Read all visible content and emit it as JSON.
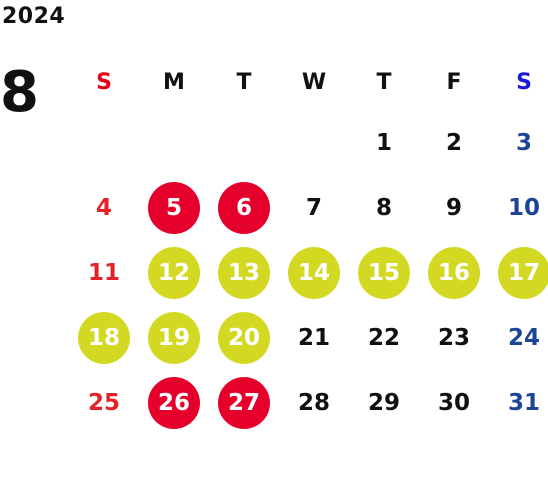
{
  "year": "2024",
  "month": "8",
  "weekdays": [
    "S",
    "M",
    "T",
    "W",
    "T",
    "F",
    "S"
  ],
  "weeks": [
    [
      "",
      "",
      "",
      "",
      "1",
      "2",
      "3"
    ],
    [
      "4",
      "5",
      "6",
      "7",
      "8",
      "9",
      "10"
    ],
    [
      "11",
      "12",
      "13",
      "14",
      "15",
      "16",
      "17"
    ],
    [
      "18",
      "19",
      "20",
      "21",
      "22",
      "23",
      "24"
    ],
    [
      "25",
      "26",
      "27",
      "28",
      "29",
      "30",
      "31"
    ]
  ],
  "highlight_colors": {
    "red": "#e4002b",
    "yellow": "#d3d923",
    "sunday_text": "#e0242a",
    "saturday_text": "#1d4596"
  },
  "red_days": [
    "5",
    "6",
    "26",
    "27"
  ],
  "yellow_days": [
    "12",
    "13",
    "14",
    "15",
    "16",
    "17",
    "18",
    "19",
    "20"
  ]
}
